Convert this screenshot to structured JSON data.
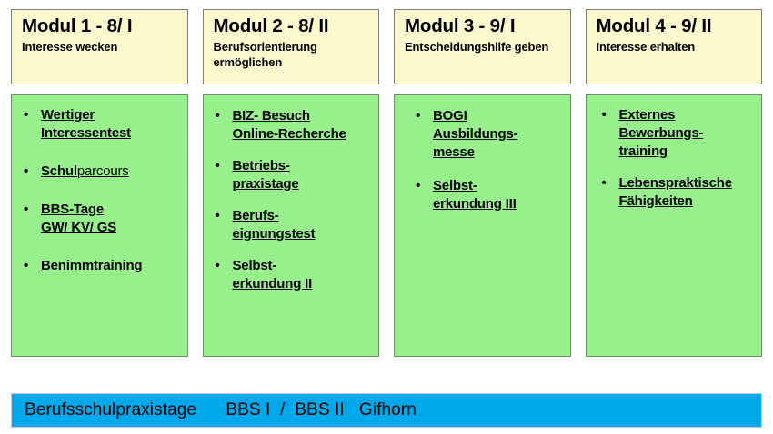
{
  "colors": {
    "header_fill": "#FBF8CD",
    "header_border": "#808080",
    "content_fill": "#98F08D",
    "content_border": "#6F8F6A",
    "footer_fill": "#00A7E9",
    "text": "#000000"
  },
  "bullet_glyph": "•",
  "columns": [
    {
      "id": "modul-1",
      "header": {
        "title": "Modul 1  - 8/  I",
        "subtitle": "Interesse wecken"
      },
      "items": [
        {
          "lead": "Wertiger",
          "tail": "",
          "lines": [
            "Wertiger",
            "Interessentest"
          ],
          "text": "Wertiger Interessentest"
        },
        {
          "lead": "Schul",
          "tail": "parcours",
          "lines": [
            "Schulparcours"
          ],
          "text": "Schulparcours"
        },
        {
          "lead": "",
          "tail": "",
          "lines": [
            "BBS-Tage",
            "GW/ KV/ GS"
          ],
          "text": "BBS-Tage GW/ KV/ GS"
        },
        {
          "lead": "",
          "tail": "",
          "lines": [
            "Benimmtraining"
          ],
          "text": "Benimmtraining"
        }
      ]
    },
    {
      "id": "modul-2",
      "header": {
        "title": "Modul 2  - 8/ II",
        "subtitle": "Berufsorientierung ermöglichen"
      },
      "items": [
        {
          "lead": "",
          "tail": "",
          "lines": [
            "BIZ- Besuch",
            "Online-Recherche"
          ],
          "text": "BIZ- Besuch Online-Recherche"
        },
        {
          "lead": "",
          "tail": "",
          "lines": [
            "Betriebs-",
            "praxistage"
          ],
          "text": "Betriebspraxistage"
        },
        {
          "lead": "",
          "tail": "",
          "lines": [
            "Berufs-",
            "eignungstest"
          ],
          "text": "Berufseignungstest"
        },
        {
          "lead": "",
          "tail": "",
          "lines": [
            "Selbst-",
            "erkundung II"
          ],
          "text": "Selbsterkundung II"
        }
      ]
    },
    {
      "id": "modul-3",
      "header": {
        "title": "Modul 3  - 9/  I",
        "subtitle": "Entscheidungshilfe geben"
      },
      "items": [
        {
          "lead": "",
          "tail": "",
          "lines": [
            "BOGI",
            "Ausbildungs-",
            "messe"
          ],
          "text": "BOGI Ausbildungsmesse"
        },
        {
          "lead": "",
          "tail": "",
          "lines": [
            "Selbst-",
            "erkundung III"
          ],
          "text": "Selbsterkundung III"
        }
      ]
    },
    {
      "id": "modul-4",
      "header": {
        "title": "Modul 4  - 9/  II",
        "subtitle": "Interesse erhalten"
      },
      "items": [
        {
          "lead": "",
          "tail": "",
          "lines": [
            "Externes",
            "Bewerbungs-",
            "training"
          ],
          "text": "Externes Bewerbungstraining"
        },
        {
          "lead": "",
          "tail": "",
          "lines": [
            "Lebenspraktische",
            "Fähigkeiten"
          ],
          "text": "Lebenspraktische Fähigkeiten"
        }
      ]
    }
  ],
  "footer": {
    "text": "Berufsschulpraxistage      BBS I  /  BBS II   Gifhorn"
  }
}
